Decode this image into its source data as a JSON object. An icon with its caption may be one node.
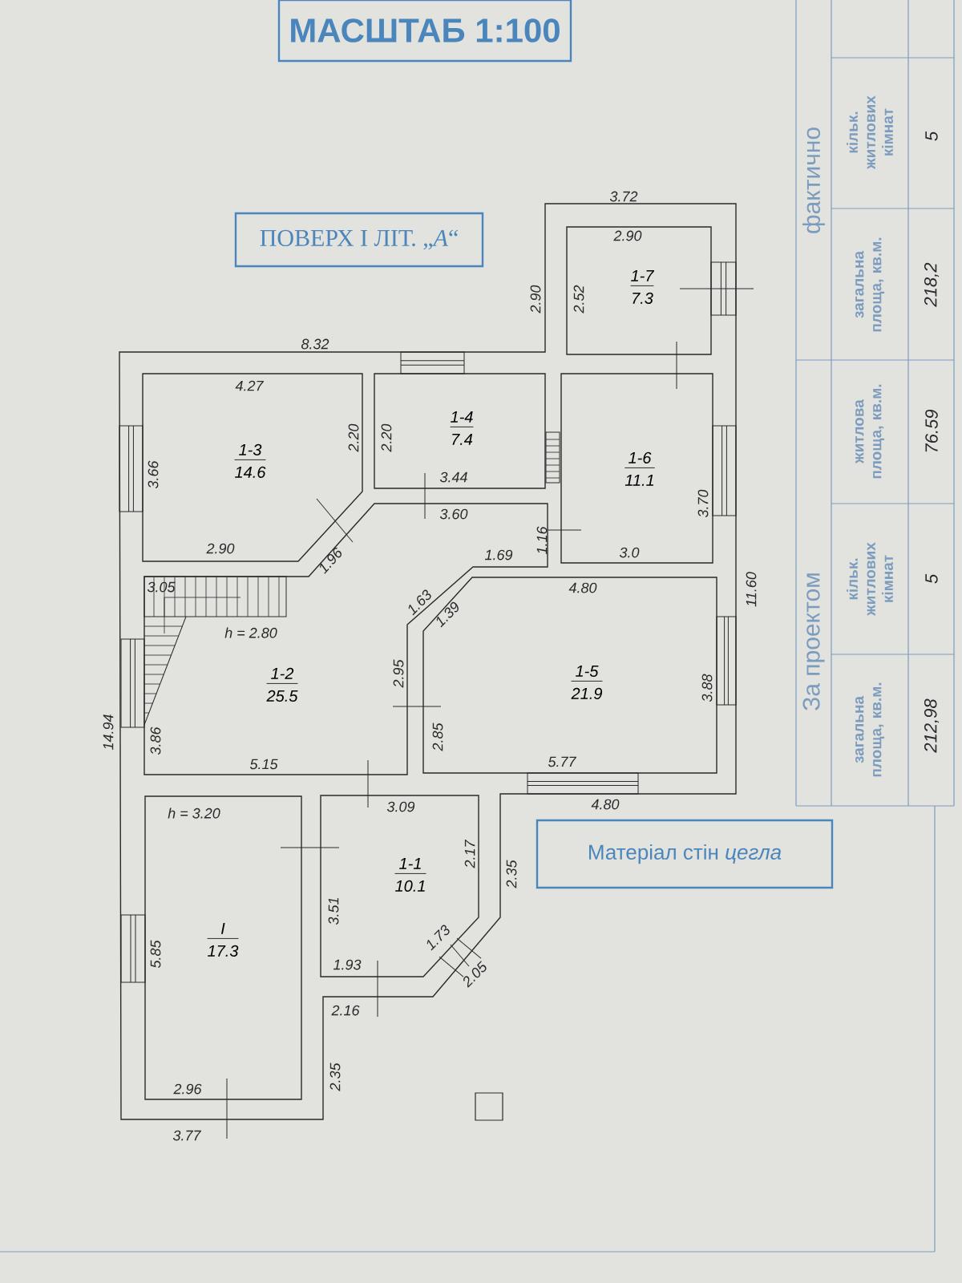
{
  "diagram": {
    "nodes": [
      {
        "text": [
          "МАСШТАБ 1:100"
        ]
      },
      {
        "text": [
          "ПОВЕРХ I ЛІТ. „*А*“"
        ]
      },
      {
        "text": [
          "1-7",
          "7.3"
        ]
      },
      {
        "text": [
          "1-3",
          "14.6"
        ]
      },
      {
        "text": [
          "1-4",
          "7.4"
        ]
      },
      {
        "text": [
          "1-6",
          "11.1"
        ]
      },
      {
        "text": [
          "1-2",
          "25.5"
        ]
      },
      {
        "text": [
          "1-5",
          "21.9"
        ]
      },
      {
        "text": [
          "Матеріал стін *цегла*"
        ]
      },
      {
        "text": [
          "1-1",
          "10.1"
        ]
      },
      {
        "text": [
          "I",
          "17.3"
        ]
      }
    ],
    "labels": [
      "3.72",
      "2.90",
      "2.90",
      "2.52",
      "8.32",
      "4.27",
      "2.20",
      "2.20",
      "3.66",
      "3.44",
      "3.70",
      "3.60",
      "1.16",
      "2.90",
      "3.0",
      "1.69",
      "1.96",
      "3.05",
      "4.80",
      "11.60",
      "1.63",
      "1.39",
      "h = 2.80",
      "2.95",
      "3.88",
      "14.94",
      "2.85",
      "3.86",
      "5.77",
      "5.15",
      "4.80",
      "3.09",
      "h = 3.20",
      "2.17",
      "2.35",
      "3.51",
      "1.73",
      "5.85",
      "1.93",
      "2.05",
      "2.16",
      "2.35",
      "2.96",
      "3.77",
      "фактично",
      "За проектом",
      "кільк. житлових кімнат",
      "загальна площа, кв.м.",
      "житлова площа, кв.м.",
      "кільк. житлових кімнат",
      "загальна площа, кв.м.",
      "5",
      "218,2",
      "76.59",
      "5",
      "212,98"
    ]
  }
}
